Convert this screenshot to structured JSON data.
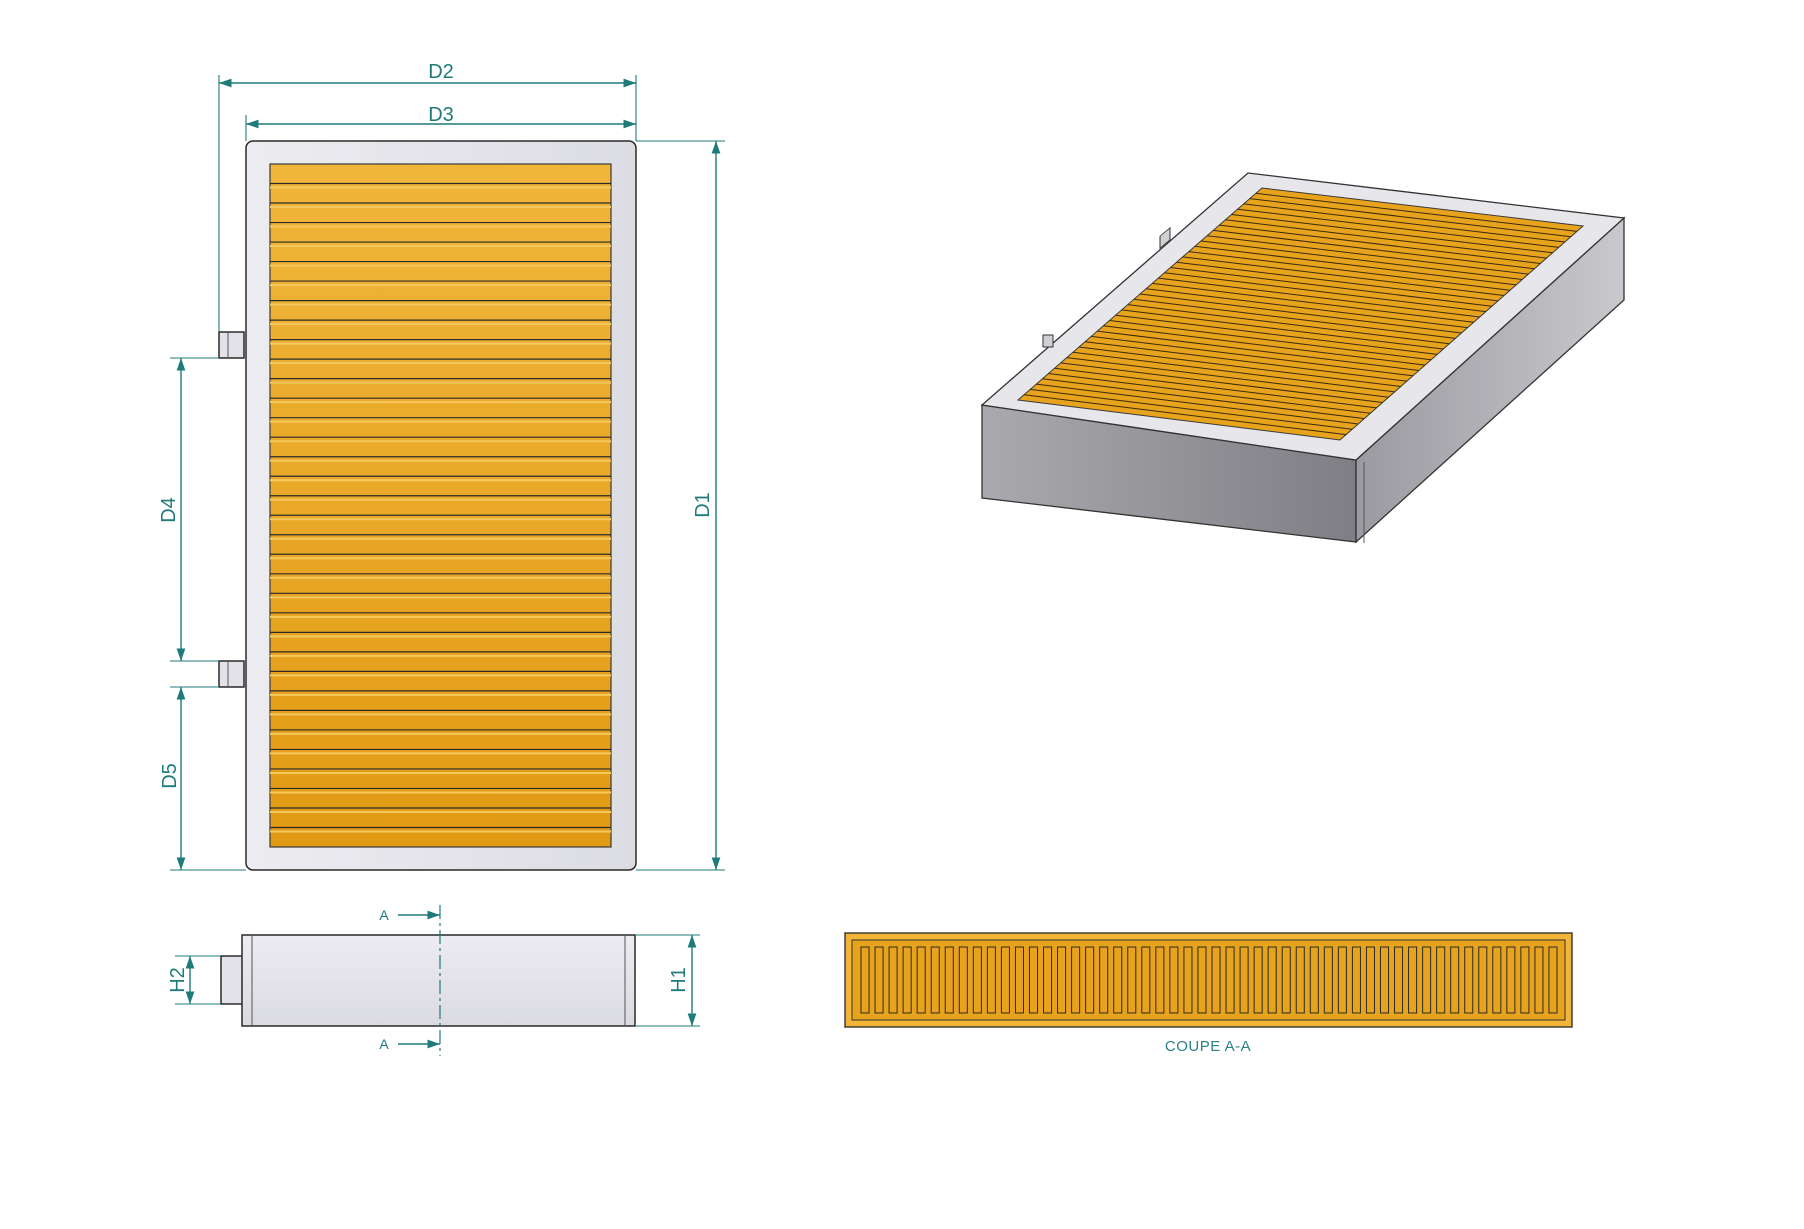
{
  "labels": {
    "d1": "D1",
    "d2": "D2",
    "d3": "D3",
    "d4": "D4",
    "d5": "D5",
    "h1": "H1",
    "h2": "H2",
    "section_mark_top": "A",
    "section_mark_bottom": "A",
    "section_caption": "COUPE A-A"
  },
  "colors": {
    "frame": "#e4e4ea",
    "frame_edge": "#4a4a4a",
    "media": "#e8a31c",
    "media_light": "#f2c04a",
    "pleat_line": "#2a2a2a",
    "dimension": "#1f7a7a",
    "iso_side_dark": "#8d8d92",
    "iso_side_light": "#b9b9be"
  },
  "views": [
    "front-view",
    "side-view",
    "isometric-view",
    "section-view"
  ]
}
